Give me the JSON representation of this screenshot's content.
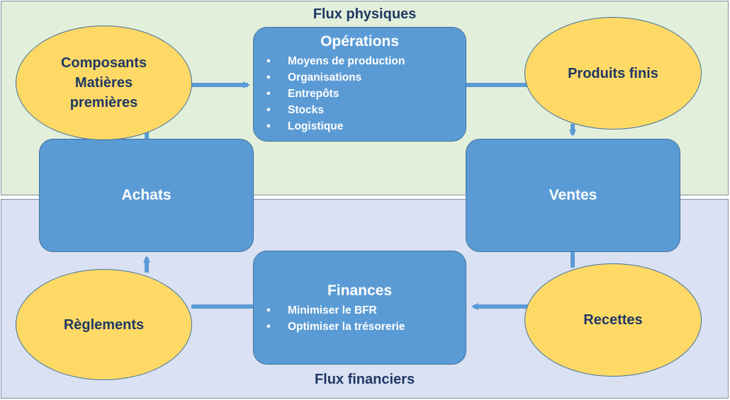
{
  "bands": {
    "top_title": "Flux physiques",
    "bottom_title": "Flux financiers"
  },
  "nodes": {
    "composants": {
      "lines": [
        "Composants",
        "Matières",
        "premières"
      ]
    },
    "produits_finis": {
      "label": "Produits finis"
    },
    "reglements": {
      "label": "Règlements"
    },
    "recettes": {
      "label": "Recettes"
    },
    "achats": {
      "label": "Achats"
    },
    "ventes": {
      "label": "Ventes"
    },
    "operations": {
      "title": "Opérations",
      "items": [
        "Moyens de production",
        "Organisations",
        "Entrepôts",
        "Stocks",
        "Logistique"
      ]
    },
    "finances": {
      "title": "Finances",
      "items": [
        "Minimiser le BFR",
        "Optimiser la trésorerie"
      ]
    }
  },
  "colors": {
    "physical_band": "#e2efda",
    "financial_band": "#d9e1f2",
    "box_fill": "#5b9bd5",
    "ellipse_fill": "#ffd966",
    "title_text": "#1f3864"
  }
}
